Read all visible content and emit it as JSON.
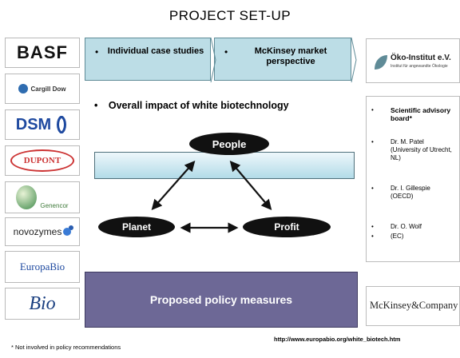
{
  "title": "PROJECT SET-UP",
  "logos": [
    {
      "name": "BASF",
      "text": "BASF"
    },
    {
      "name": "Cargill Dow",
      "text": "Cargill Dow"
    },
    {
      "name": "DSM",
      "text": "DSM"
    },
    {
      "name": "DuPont",
      "text": "DUPONT"
    },
    {
      "name": "Genencor",
      "text": "Genencor"
    },
    {
      "name": "Novozymes",
      "text": "novozymes"
    },
    {
      "name": "EuropaBio",
      "text": "EuropaBio"
    },
    {
      "name": "Bio",
      "text": "Bio"
    }
  ],
  "boxes": {
    "case_studies": "Individual case studies",
    "mckinsey": "McKinsey market perspective"
  },
  "bullet": "•",
  "impact": "Overall impact of white biotechnology",
  "nodes": {
    "people": "People",
    "planet": "Planet",
    "profit": "Profit"
  },
  "policy": "Proposed policy measures",
  "oko": {
    "main": "Öko-Institut e.V.",
    "sub": "Institut für angewandte Ökologie"
  },
  "board": {
    "title": "Scientific advisory board*",
    "members": [
      "Dr. M. Patel (University of Utrecht, NL)",
      "Dr. I. Gillespie (OECD)",
      "Dr. O. Wolf",
      "(EC)"
    ]
  },
  "mckinsey_logo": "McKinsey&Company",
  "footnote": "* Not involved in policy recommendations",
  "url": "http://www.europabio.org/white_biotech.htm",
  "colors": {
    "box": "#bcdde6",
    "policy": "#6d6896",
    "oval": "#111111"
  }
}
